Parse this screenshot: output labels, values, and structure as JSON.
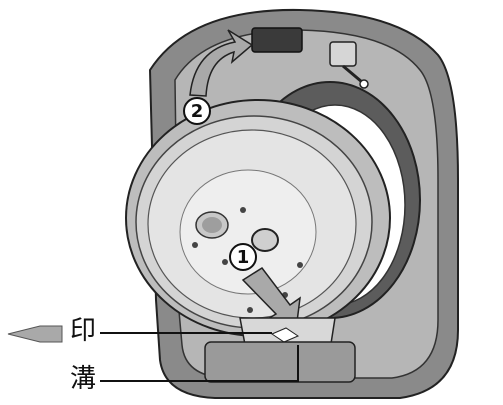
{
  "labels": {
    "mark": "印",
    "groove": "溝"
  },
  "steps": {
    "step1": "1",
    "step2": "2"
  },
  "colors": {
    "body_dark": "#6f6f6f",
    "body_mid": "#9a9a9a",
    "body_light": "#cfcfcf",
    "lid_light": "#e3e3e3",
    "arrow_gray": "#a9a9a9"
  }
}
